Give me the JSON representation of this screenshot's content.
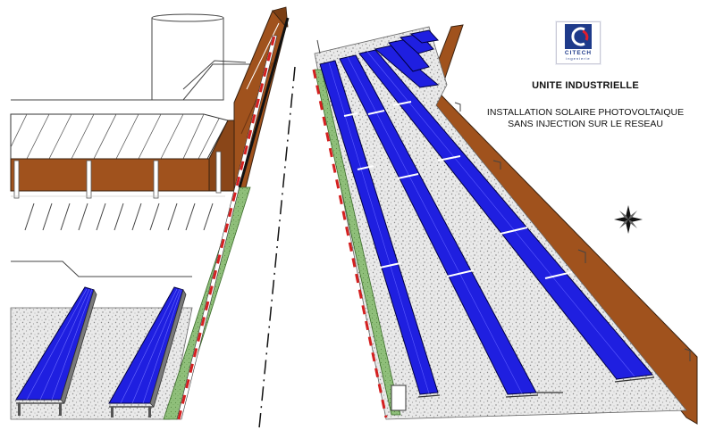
{
  "title": "UNITE INDUSTRIELLE",
  "subtitle_line1": "INSTALLATION SOLAIRE PHOTOVOLTAIQUE",
  "subtitle_line2": "SANS INJECTION SUR LE RESEAU",
  "logo": {
    "name": "CITECH",
    "tagline": "ingenierie"
  },
  "colors": {
    "panel_blue": "#1f1fe0",
    "wood_brown": "#a0521d",
    "grass_green": "#8fbf7a",
    "curb_red": "#d42020",
    "gravel": "#dcdcdc"
  },
  "icons": [
    "compass-rose-icon",
    "citech-logo-icon"
  ]
}
